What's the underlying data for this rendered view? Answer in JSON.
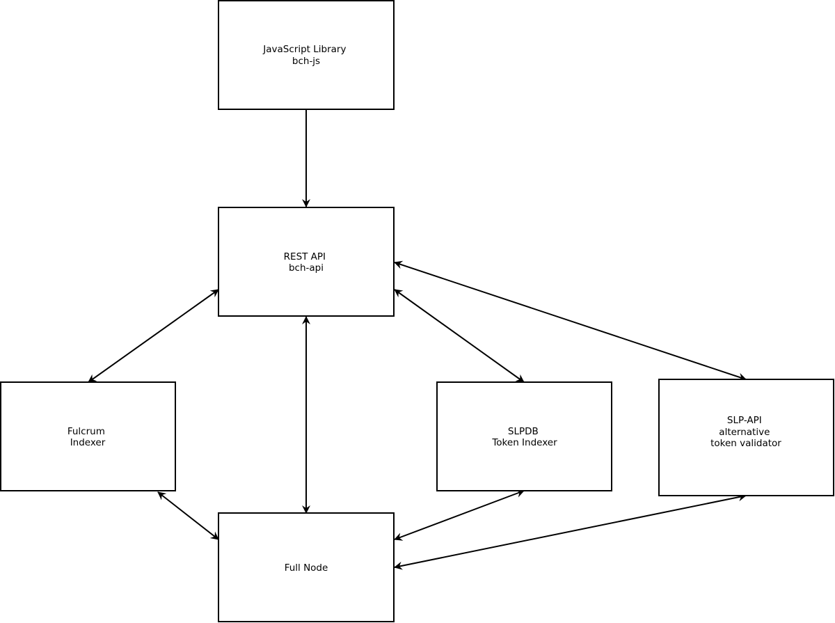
{
  "nodes": {
    "js_library": {
      "lines": [
        "JavaScript Library",
        "bch-js"
      ]
    },
    "rest_api": {
      "lines": [
        "REST API",
        "bch-api"
      ]
    },
    "fulcrum": {
      "lines": [
        "Fulcrum",
        "Indexer"
      ]
    },
    "slpdb": {
      "lines": [
        "SLPDB",
        "Token Indexer"
      ]
    },
    "slp_api": {
      "lines": [
        "SLP-API",
        "alternative",
        "token validator"
      ]
    },
    "full_node": {
      "lines": [
        "Full Node"
      ]
    }
  },
  "edges": [
    {
      "from": "js_library",
      "to": "rest_api",
      "direction": "forward"
    },
    {
      "from": "rest_api",
      "to": "fulcrum",
      "direction": "both"
    },
    {
      "from": "rest_api",
      "to": "full_node",
      "direction": "both"
    },
    {
      "from": "rest_api",
      "to": "slpdb",
      "direction": "both"
    },
    {
      "from": "rest_api",
      "to": "slp_api",
      "direction": "both"
    },
    {
      "from": "fulcrum",
      "to": "full_node",
      "direction": "both"
    },
    {
      "from": "slpdb",
      "to": "full_node",
      "direction": "both"
    },
    {
      "from": "slp_api",
      "to": "full_node",
      "direction": "both"
    }
  ]
}
